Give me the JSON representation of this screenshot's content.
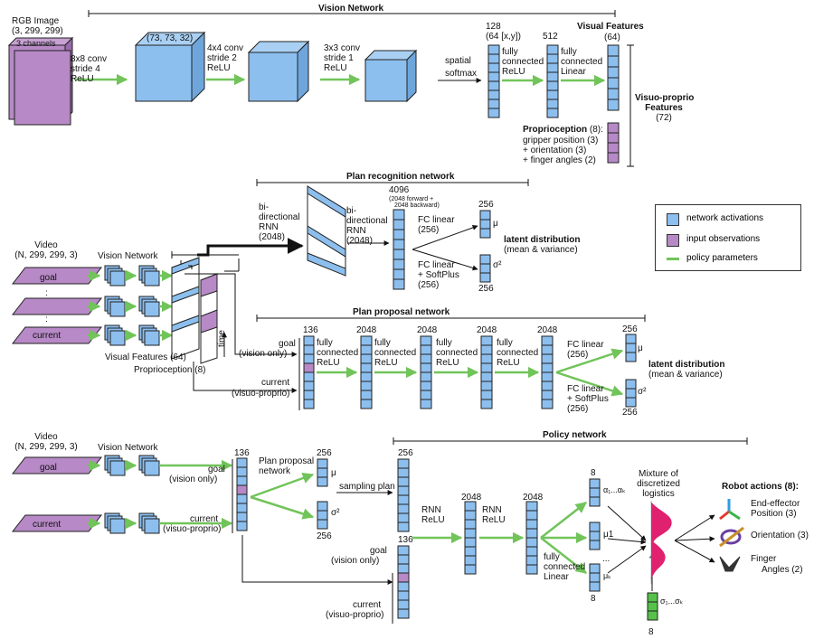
{
  "colors": {
    "activation": "#8cbfee",
    "observation": "#b789c6",
    "policy": "#71c45a",
    "mixture": "#e0216f",
    "line": "#111111"
  },
  "top": {
    "vision_title": "Vision Network",
    "rgb": [
      "RGB Image",
      "(3, 299, 299)"
    ],
    "channels": "3 channels",
    "conv1": [
      "8x8 conv",
      "stride 4",
      "ReLU"
    ],
    "conv1_shape": "(73, 73, 32)",
    "conv2": [
      "4x4 conv",
      "stride 2",
      "ReLU"
    ],
    "conv3": [
      "3x3 conv",
      "stride 1",
      "ReLU"
    ],
    "spatial": [
      "spatial",
      "softmax"
    ],
    "fc1_head": [
      "128",
      "(64 [x,y])"
    ],
    "fc1": [
      "fully",
      "connected",
      "ReLU"
    ],
    "fc2_head": "512",
    "fc2": [
      "fully",
      "connected",
      "Linear"
    ],
    "visual": [
      "Visual Features",
      "(64)"
    ],
    "proprio_title": "Proprioception",
    "proprio_count": " (8):",
    "proprio_items": [
      "gripper position (3)",
      "+ orientation (3)",
      "+ finger angles (2)"
    ],
    "visuo": [
      "Visuo-proprio",
      "Features",
      "(72)"
    ]
  },
  "plan_rec": {
    "title": "Plan recognition network",
    "rnn1": [
      "bi-",
      "directional",
      "RNN",
      "(2048)"
    ],
    "rnn2": [
      "bi-",
      "directional",
      "RNN",
      "(2048)"
    ],
    "head": "4096",
    "head_sub": [
      "(2048 forward +",
      "2048 backward)"
    ],
    "fc_mu": [
      "FC linear",
      "(256)"
    ],
    "fc_sigma": [
      "FC linear",
      "+ SoftPlus",
      "(256)"
    ],
    "out_top": "256",
    "out_bottom": "256",
    "mu": "μ",
    "sigma": "σ²",
    "latent": "latent distribution",
    "latent_sub": "(mean & variance)"
  },
  "legend": {
    "activations": "network activations",
    "observations": "input observations",
    "policy": "policy parameters"
  },
  "video1": {
    "title": [
      "Video",
      "(N, 299, 299, 3)"
    ],
    "goal": "goal",
    "current": "current",
    "dots": [
      ":",
      ":"
    ],
    "vision": "Vision Network",
    "visual_features": "Visual Features (64)",
    "proprioception": "Proprioception (8)",
    "time": "time"
  },
  "plan_prop": {
    "title": "Plan proposal network",
    "head": "136",
    "goal": [
      "goal",
      "(vision only)"
    ],
    "current": [
      "current",
      "(visuo-proprio)"
    ],
    "fc": [
      "fully",
      "connected",
      "ReLU"
    ],
    "h2048": "2048",
    "fc_mu": [
      "FC linear",
      "(256)"
    ],
    "fc_sigma": [
      "FC linear",
      "+ SoftPlus",
      "(256)"
    ],
    "out_top": "256",
    "out_bottom": "256",
    "mu": "μ",
    "sigma": "σ²",
    "latent": "latent distribution",
    "latent_sub": "(mean & variance)"
  },
  "policy": {
    "title": "Policy network",
    "video": [
      "Video",
      "(N, 299, 299, 3)"
    ],
    "vision": "Vision Network",
    "goal": "goal",
    "current": "current",
    "head": "136",
    "goal_label": [
      "goal",
      "(vision only)"
    ],
    "current_label": [
      "current",
      "(visuo-proprio)"
    ],
    "pp": [
      "Plan proposal",
      "network"
    ],
    "out_top": "256",
    "out_bottom": "256",
    "mu": "μ",
    "sigma": "σ²",
    "sampling": "sampling plan",
    "s256": "256",
    "s136": "136",
    "goal2": [
      "goal",
      "(vision only)"
    ],
    "current2": [
      "current",
      "(visuo-proprio)"
    ],
    "rnn": [
      "RNN",
      "ReLU"
    ],
    "h2048": "2048",
    "fc": [
      "fully",
      "connected",
      "Linear"
    ],
    "k8": "8",
    "alpha": "α₁...αₖ",
    "mu1": "μ1",
    "muk": "μₖ",
    "dots": "...",
    "k8b": "8",
    "sigma_vec": "σ₁...σₖ",
    "sigma8": "8",
    "mixture": [
      "Mixture of",
      "discretized",
      "logistics"
    ],
    "actions_title": "Robot actions (8):",
    "a1": [
      "End-effector",
      "Position (3)"
    ],
    "a2": "Orientation (3)",
    "a3": [
      "Finger",
      "Angles (2)"
    ]
  }
}
